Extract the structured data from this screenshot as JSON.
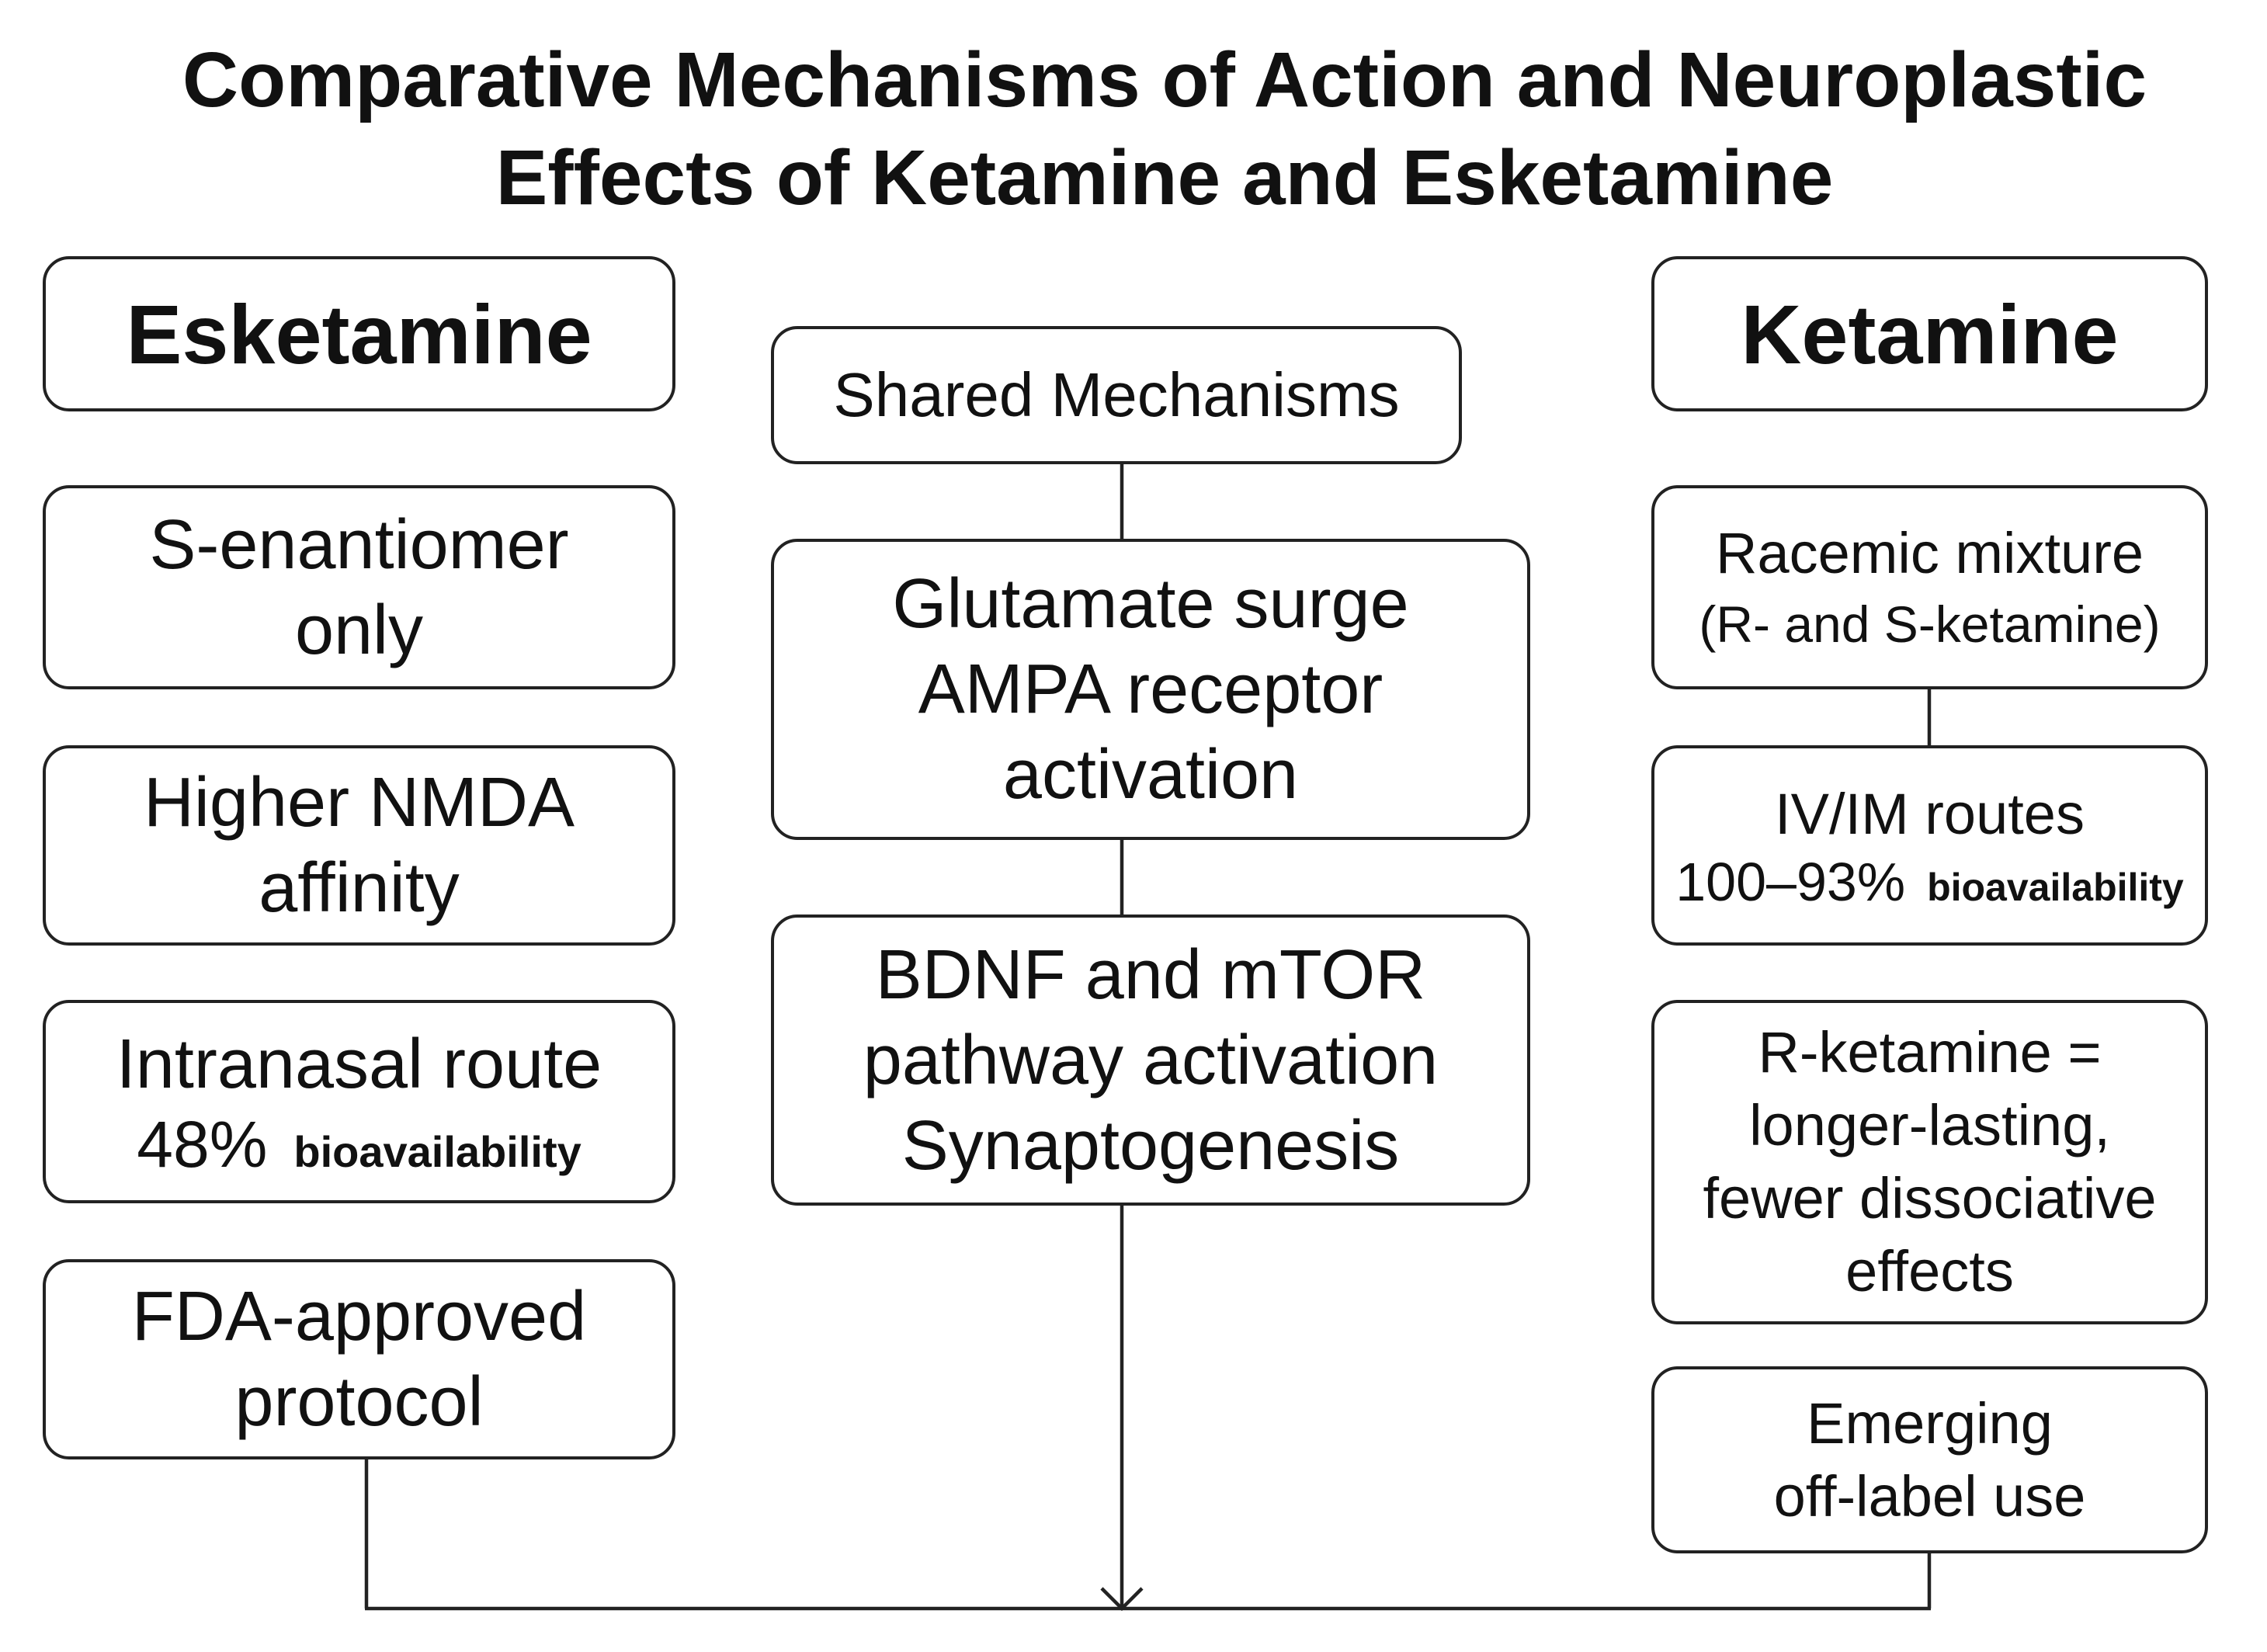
{
  "title": {
    "line1": "Comparative Mechanisms of Action and Neuroplastic",
    "line2": "Effects of Ketamine and Esketamine"
  },
  "esketamine": {
    "header": "Esketamine",
    "boxes": [
      {
        "line1": "S-enantiomer",
        "line2": "only"
      },
      {
        "line1": "Higher NMDA",
        "line2": "affinity"
      },
      {
        "line1": "Intranasal route",
        "value": "48%",
        "value_label": "bioavailability"
      },
      {
        "line1": "FDA-approved",
        "line2": "protocol"
      }
    ]
  },
  "shared": {
    "header": "Shared Mechanisms",
    "boxes": [
      {
        "line1": "Glutamate surge",
        "line2": "AMPA receptor",
        "line3": "activation"
      },
      {
        "line1": "BDNF and mTOR",
        "line2": "pathway activation",
        "line3": "Synaptogenesis"
      }
    ]
  },
  "ketamine": {
    "header": "Ketamine",
    "boxes": [
      {
        "line1": "Racemic mixture",
        "line2": "(R- and S-ketamine)"
      },
      {
        "line1": "IV/IM routes",
        "value": "100–93%",
        "value_label": "bioavailability"
      },
      {
        "line1": "R-ketamine =",
        "line2": "longer-lasting,",
        "line3": "fewer dissociative",
        "line4": "effects"
      },
      {
        "line1": "Emerging",
        "line2": "off-label use"
      }
    ]
  },
  "colors": {
    "line": "#222222",
    "background": "#ffffff",
    "text": "#111111"
  }
}
